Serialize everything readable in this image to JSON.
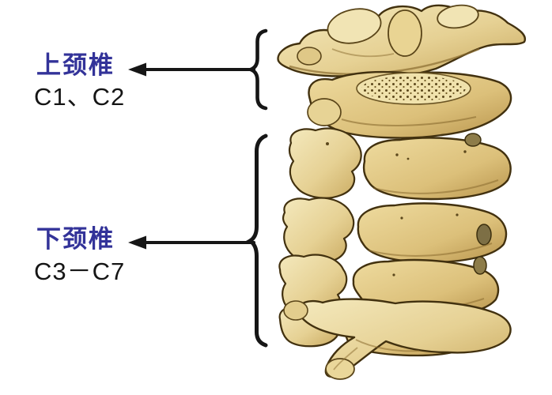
{
  "annotations": {
    "upper": {
      "label": "上颈椎",
      "range": "C1、C2"
    },
    "lower": {
      "label": "下颈椎",
      "range": "C3－C7"
    }
  },
  "colors": {
    "background": "#ffffff",
    "label_blue": "#333399",
    "range_black": "#151515",
    "annotation_line": "#161616",
    "bone_light": "#f2e6b6",
    "bone_mid": "#ddc27e",
    "bone_dark": "#b28d47",
    "bone_shadow": "#8a6c30",
    "bone_outline": "#42310f"
  },
  "illustration": {
    "name": "cervical-spine-bone-illustration",
    "style": "anatomical-drawing"
  }
}
